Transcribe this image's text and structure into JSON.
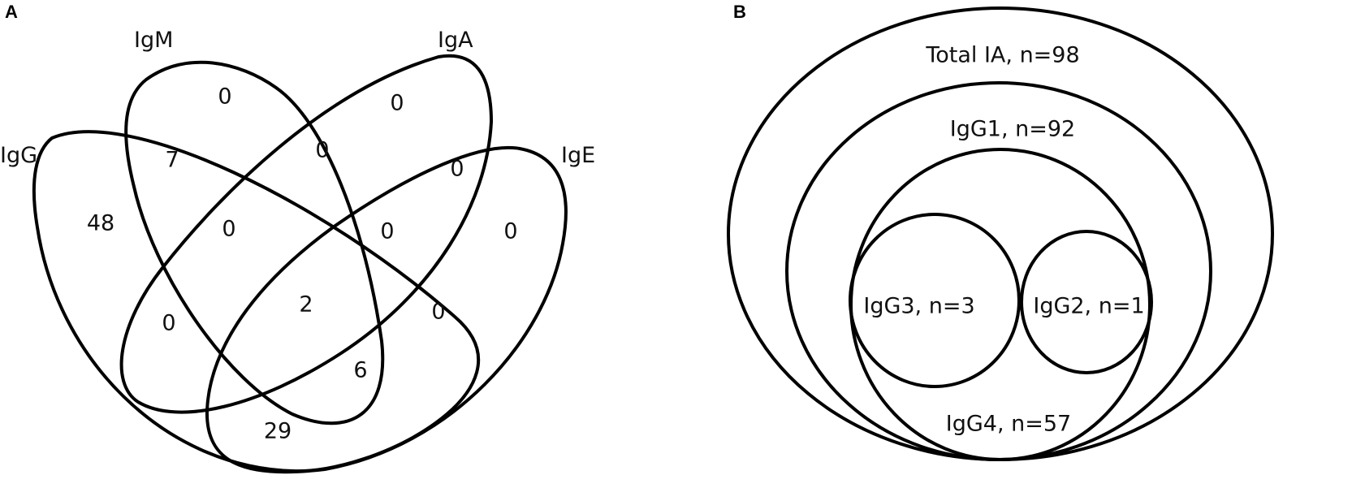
{
  "panel_a": {
    "letter": "A",
    "sets": [
      "IgG",
      "IgM",
      "IgA",
      "IgE"
    ],
    "regions": {
      "igg_only": "48",
      "igm_only": "0",
      "iga_only": "0",
      "ige_only": "0",
      "igg_igm": "7",
      "igm_iga": "0",
      "iga_ige": "0",
      "igg_igm_iga": "0",
      "igm_iga_ige": "0",
      "igg_ige": "29",
      "igg_iga": "0",
      "igm_ige": "0",
      "igg_igm_ige": "6",
      "all_four": "2"
    }
  },
  "panel_b": {
    "letter": "B",
    "total_label": "Total IA, n=98",
    "igg1_label": "IgG1, n=92",
    "igg4_label": "IgG4, n=57",
    "igg3_label": "IgG3, n=3",
    "igg2_label": "IgG2, n=1"
  }
}
